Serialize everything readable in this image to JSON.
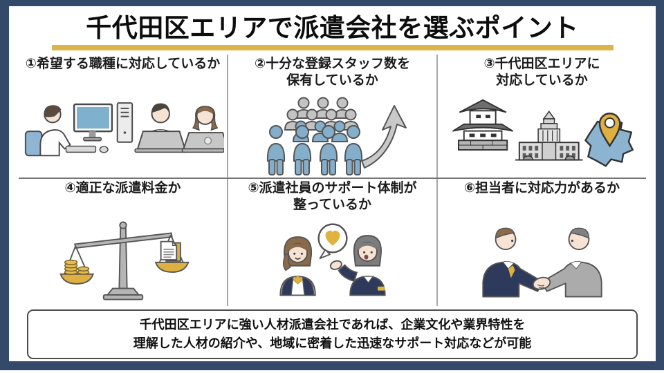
{
  "title": "千代田区エリアで派遣会社を選ぶポイント",
  "points": [
    {
      "line1": "①希望する職種に対応しているか",
      "line2": "",
      "icon": "office-workers-icon"
    },
    {
      "line1": "②十分な登録スタッフ数を",
      "line2": "保有しているか",
      "icon": "staff-growth-icon"
    },
    {
      "line1": "③千代田区エリアに",
      "line2": "対応しているか",
      "icon": "chiyoda-landmarks-icon"
    },
    {
      "line1": "④適正な派遣料金か",
      "line2": "",
      "icon": "balance-scale-icon"
    },
    {
      "line1": "⑤派遣社員のサポート体制が",
      "line2": "整っているか",
      "icon": "support-talk-icon"
    },
    {
      "line1": "⑥担当者に対応力があるか",
      "line2": "",
      "icon": "handshake-icon"
    }
  ],
  "footer": {
    "line1": "千代田区エリアに強い人材派遣会社であれば、企業文化や業界特性を",
    "line2": "理解した人材の紹介や、地域に密着した迅速なサポート対応などが可能"
  },
  "colors": {
    "frame_navy": "#344a6b",
    "accent_gold": "#d9b54c",
    "divider_gray": "#a8a8a8",
    "staff_blue": "#85aecb",
    "map_blue": "#8cb3cf",
    "pin_gold": "#ddb041",
    "suit_navy": "#2e3a5c",
    "suit_gray": "#ababab"
  }
}
